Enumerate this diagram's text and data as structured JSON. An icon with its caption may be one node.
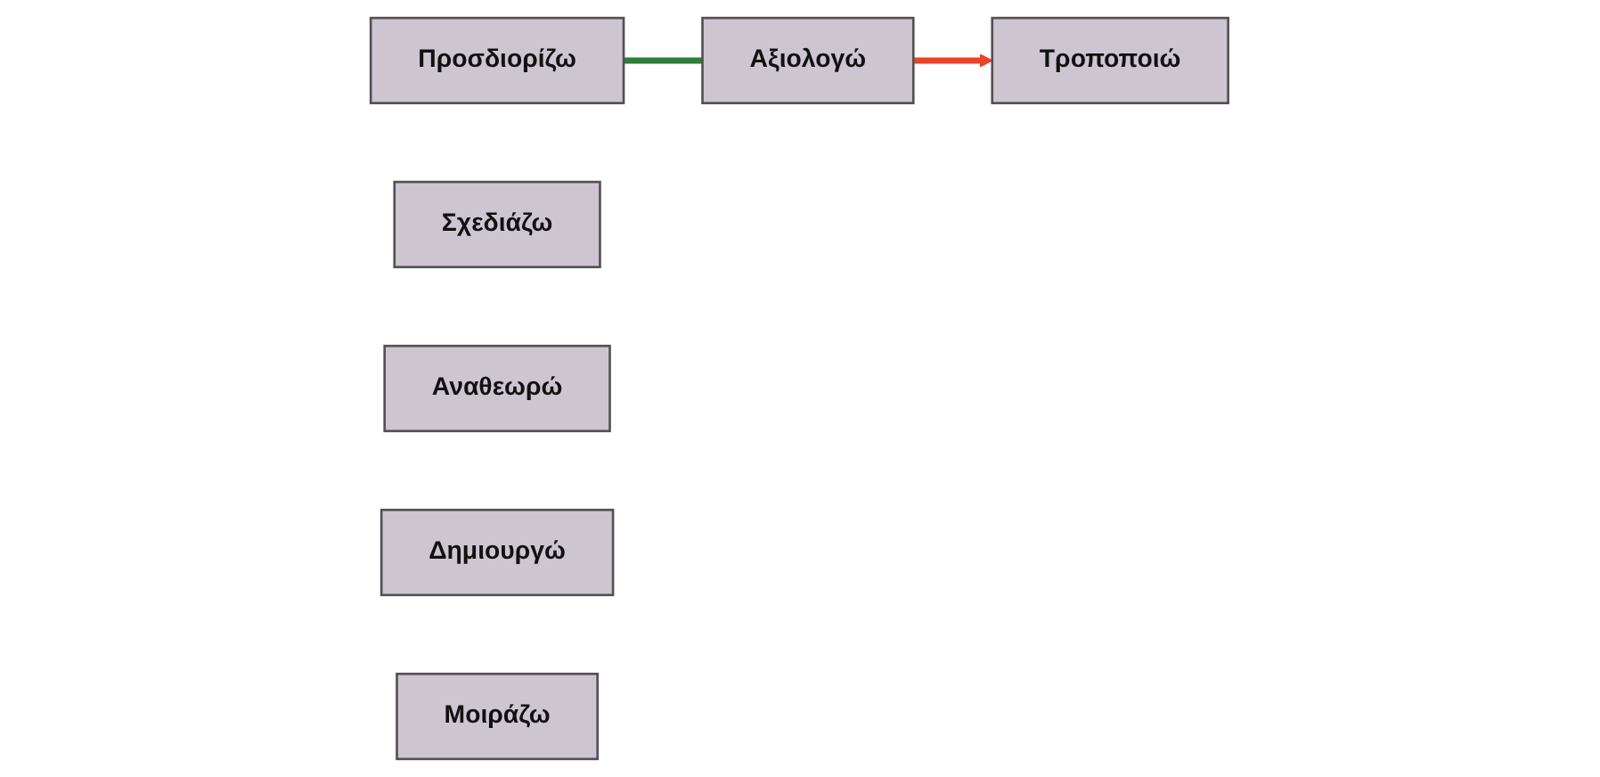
{
  "diagram": {
    "nodes": [
      {
        "text": [
          "Προσδιορίζω"
        ]
      },
      {
        "text": [
          "Σχεδιάζω"
        ]
      },
      {
        "text": [
          "Αναθεωρώ"
        ]
      },
      {
        "text": [
          "Δημιουργώ"
        ]
      },
      {
        "text": [
          "Τροποποιώ"
        ]
      },
      {
        "text": [
          "Αξιολογώ"
        ]
      },
      {
        "text": [
          "Μοιράζω"
        ]
      }
    ],
    "edges": [
      {
        "from": 0,
        "to": 5,
        "arrow": "none",
        "color": "#2e7d3a"
      },
      {
        "from": 5,
        "to": 4,
        "arrow": "to",
        "color": "#e8442a"
      }
    ]
  }
}
